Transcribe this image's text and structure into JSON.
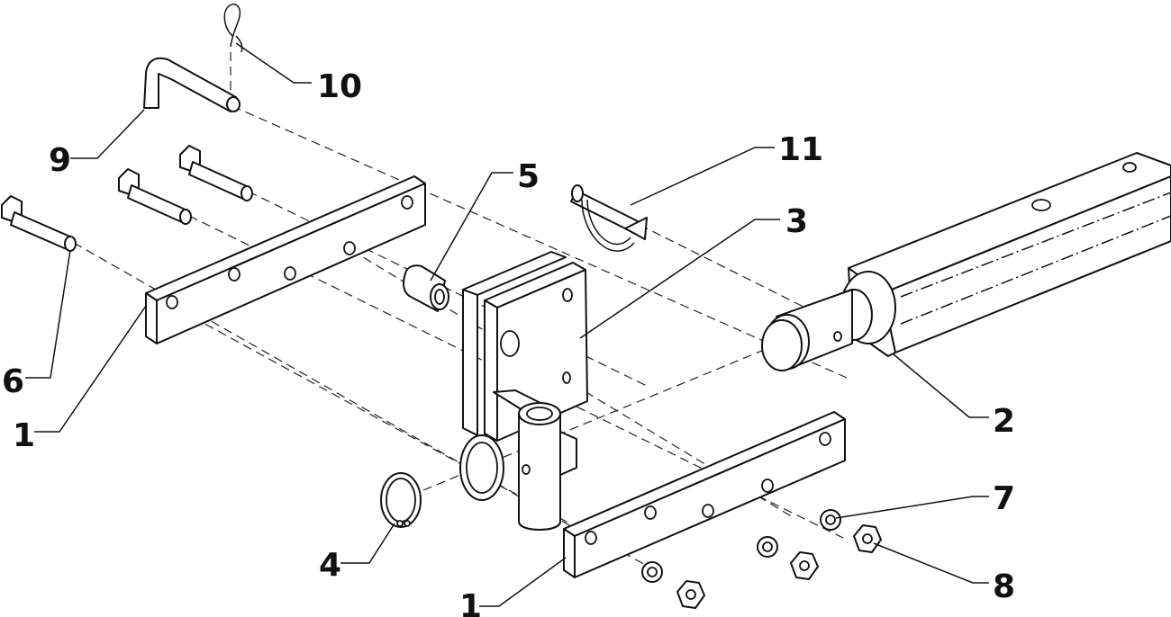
{
  "diagram": {
    "callouts": {
      "c1_top": "1",
      "c1_bottom": "1",
      "c2": "2",
      "c3": "3",
      "c4": "4",
      "c5": "5",
      "c6": "6",
      "c7": "7",
      "c8": "8",
      "c9": "9",
      "c10": "10",
      "c11": "11"
    }
  }
}
